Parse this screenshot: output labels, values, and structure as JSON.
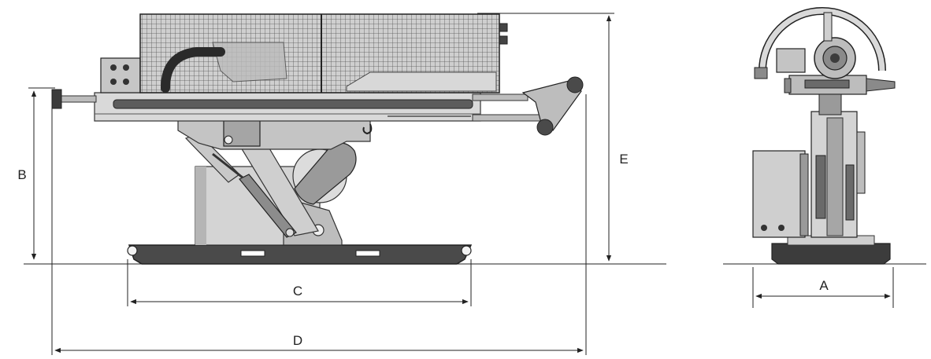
{
  "dimensions": {
    "A": "A",
    "B": "B",
    "C": "C",
    "D": "D",
    "E": "E"
  },
  "colors": {
    "line": "#222222",
    "body_light": "#d4d4d4",
    "body_mid": "#a9a9a9",
    "body_dark": "#5c5c5c",
    "sled": "#4a4a4a",
    "hose": "#2a2a2a"
  }
}
